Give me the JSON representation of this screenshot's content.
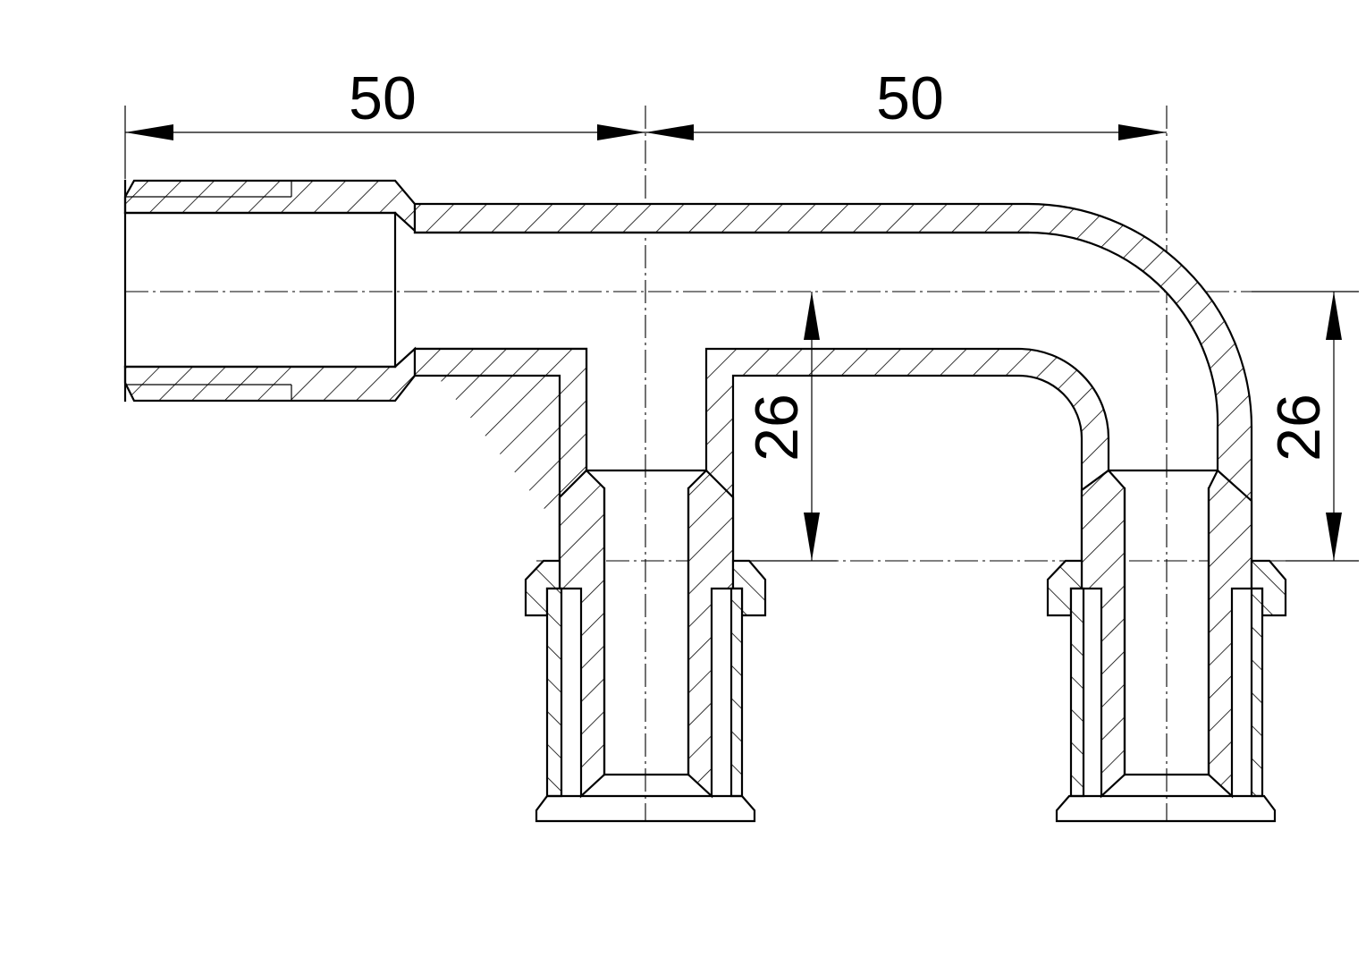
{
  "drawing": {
    "dimensions": {
      "horizontal_left": "50",
      "horizontal_right": "50",
      "vertical_left": "26",
      "vertical_right": "26"
    },
    "colors": {
      "line": "#000000",
      "background": "#ffffff"
    }
  }
}
